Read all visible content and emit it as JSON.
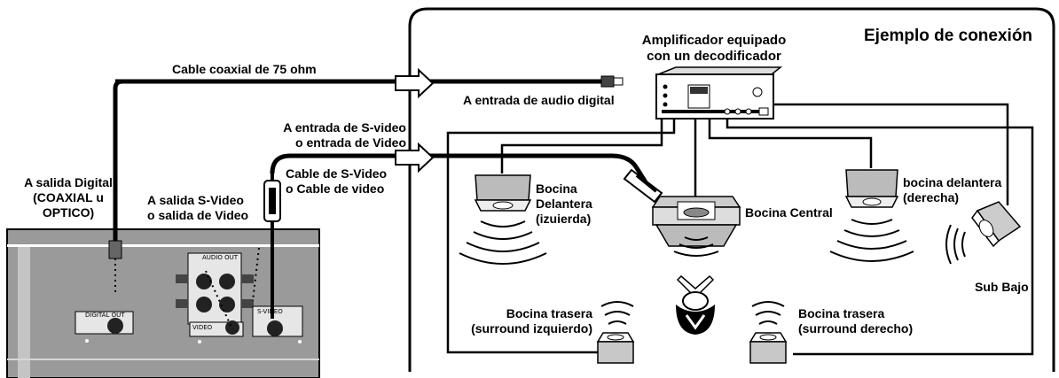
{
  "title": "Ejemplo de conexión",
  "amplifier": {
    "line1": "Amplificador equipado",
    "line2": "con un decodificador"
  },
  "cables": {
    "coaxial": "Cable coaxial de 75 ohm",
    "svideo_line1": "Cable de S-Video",
    "svideo_line2": "o Cable de video"
  },
  "inputs": {
    "digital_audio": "A entrada de audio digital",
    "svideo_line1": "A entrada de S-video",
    "svideo_line2": "o entrada de Video"
  },
  "outputs": {
    "digital_line1": "A salida Digital",
    "digital_line2": "(COAXIAL u",
    "digital_line3": "OPTICO)",
    "svideo_line1": "A salida S-Video",
    "svideo_line2": "o salida de Video"
  },
  "panel": {
    "audio_out": "AUDIO OUT",
    "digital_out": "DIGITAL OUT",
    "video": "VIDEO",
    "svideo": "S-VIDEO"
  },
  "speakers": {
    "front_left": [
      "Bocina",
      "Delantera",
      "(izuierda)"
    ],
    "center": "Bocina Central",
    "front_right": [
      "bocina delantera",
      "(derecha)"
    ],
    "sub": "Sub Bajo",
    "rear_left": [
      "Bocina trasera",
      "(surround izquierdo)"
    ],
    "rear_right": [
      "Bocina trasera",
      "(surround derecho)"
    ]
  }
}
